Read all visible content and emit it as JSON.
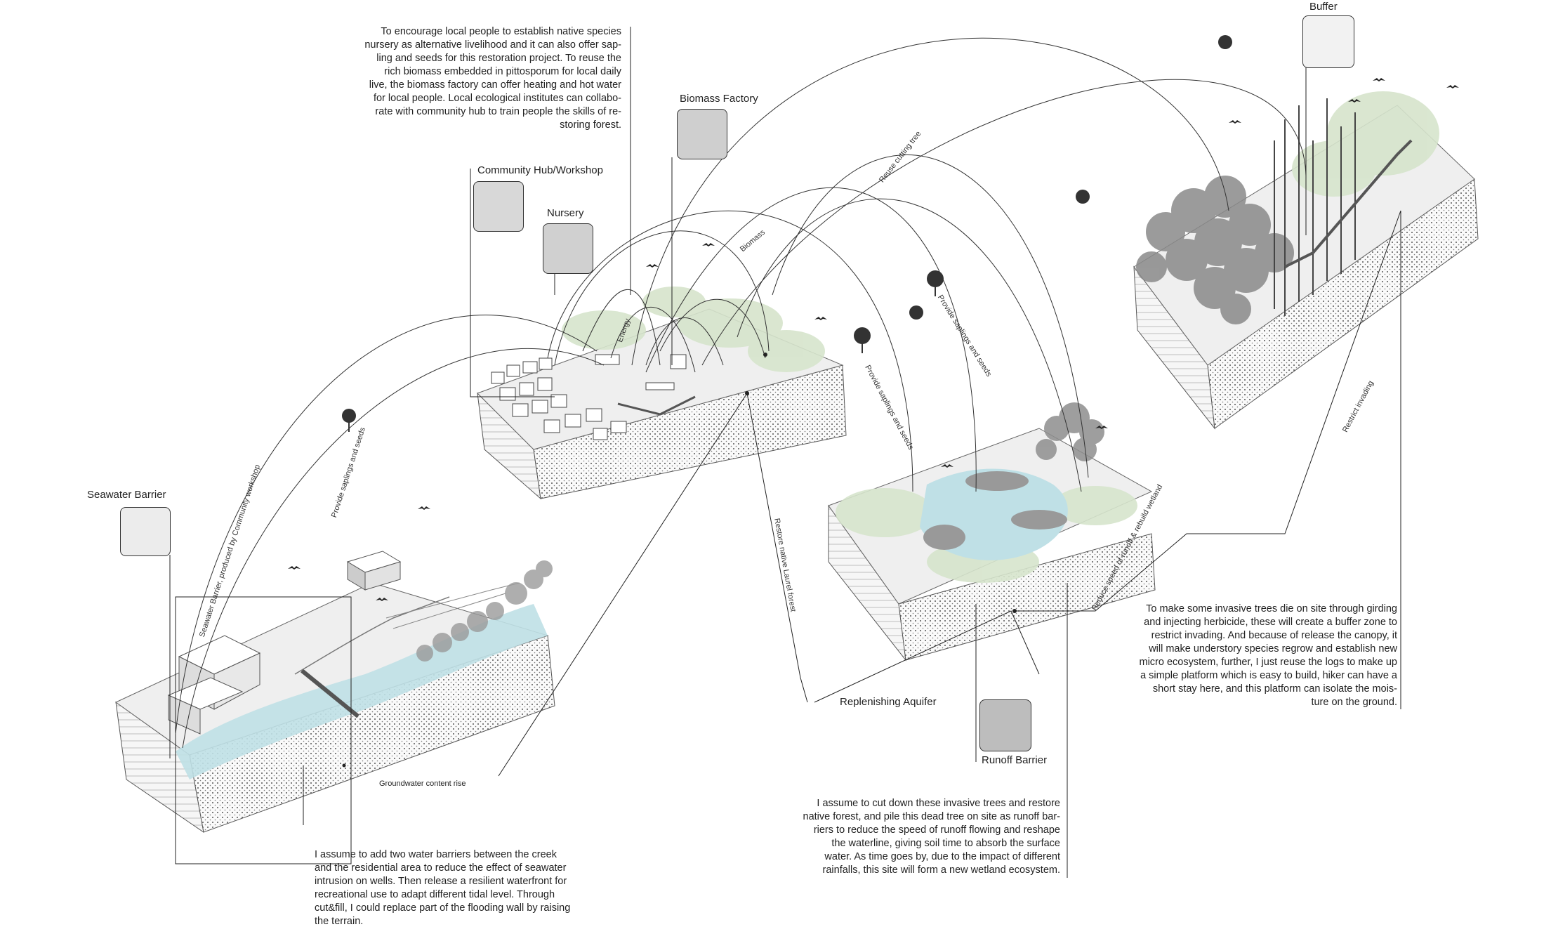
{
  "labels": {
    "seawater_barrier": "Seawater Barrier",
    "community_hub": "Community Hub/Workshop",
    "nursery": "Nursery",
    "biomass_factory": "Biomass Factory",
    "buffer": "Buffer",
    "replenishing_aquifer": "Replenishing Aquifer",
    "runoff_barrier": "Runoff Barrier",
    "groundwater": "Groundwater content rise"
  },
  "arc_labels": {
    "seawater_barrier_produced": "Seawater Barrier, produced by Community workshop",
    "provide_saplings_1": "Provide saplings and seeds",
    "energy": "Energy",
    "biomass": "Biomass",
    "reuse_cutting_tree": "Reuse cutting tree",
    "provide_saplings_2": "Provide saplings and seeds",
    "provide_saplings_3": "Provide saplings and seeds",
    "restore_laurel": "Restore native Laurel forest",
    "reduce_runoff": "Reduce speed of runoff & rebuild wetland",
    "restrict_invading": "Restrict invading"
  },
  "paragraphs": {
    "top_center": [
      "To encourage local people to establish native species",
      "nursery as alternative livelihood and it can also offer sap-",
      "ling and seeds for this restoration project. To reuse the",
      "rich biomass embedded in pittosporum for local daily",
      "live, the biomass factory can offer heating and hot water",
      "for local people. Local ecological institutes can collabo-",
      "rate with community hub to train people the skills of re-",
      "storing forest."
    ],
    "bottom_left": [
      "I assume to add two water barriers between the creek",
      "and the residential area to reduce the effect of seawater",
      "intrusion on wells. Then release a resilient waterfront for",
      "recreational use to adapt different tidal level. Through",
      "cut&fill, I could replace part of the flooding wall by raising",
      "the terrain."
    ],
    "bottom_center": [
      "I assume to cut down these invasive trees and restore",
      "native forest, and pile this dead tree on site as runoff bar-",
      "riers to reduce the speed of runoff flowing and reshape",
      "the waterline, giving soil time to absorb the surface",
      "water. As time goes by, due to the impact of different",
      "rainfalls, this site will form a new wetland ecosystem."
    ],
    "right": [
      "To make some invasive trees die on site through girding",
      "and injecting herbicide, these will create a buffer zone to",
      "restrict invading. And because of release the canopy, it",
      "will make understory species regrow and establish new",
      "micro ecosystem, further, I just reuse the logs to make up",
      "a simple platform which is easy to build, hiker can have a",
      "short stay here, and this platform can isolate the mois-",
      "ture on the ground."
    ]
  },
  "colors": {
    "water": "#bfe0e6",
    "vegetation": "#d6e4cc",
    "ground": "#f0f0f0",
    "line": "#222222"
  }
}
